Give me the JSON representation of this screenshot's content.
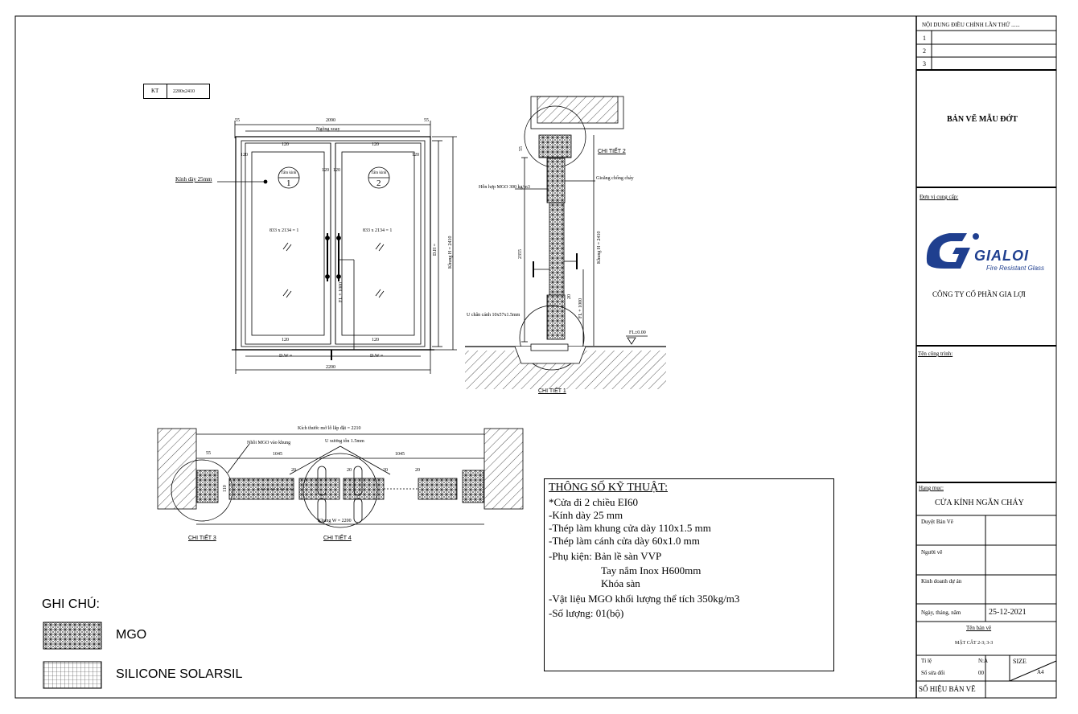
{
  "kt_box": {
    "label": "KT",
    "value": "2200x2410"
  },
  "elevation": {
    "dim_top_total": "2090",
    "dim_top_left": "55",
    "dim_top_right": "55",
    "ngong_xoay": "Ngõng xoay",
    "frame_120_a": "120",
    "frame_120_b": "120",
    "frame_120_c": "120",
    "frame_120_d": "120",
    "frame_120_e": "120",
    "frame_120_f": "120",
    "frame_120_g": "120",
    "frame_120_h": "120",
    "glass_note": "Kính dày 25mm",
    "panel1_tag": "Tấm kính",
    "panel1_num": "1",
    "panel2_tag": "Tấm kính",
    "panel2_num": "2",
    "panel1_size": "833 x 2134 = 1",
    "panel2_size": "833 x 2134 = 1",
    "fl_1000": "FL + 1000",
    "dh": "D.H =",
    "khung_h": "Khung H = 2410",
    "dw1": "D.W =",
    "dw2": "D.W =",
    "dim_bottom": "2200"
  },
  "section": {
    "dim_55": "55",
    "detail2": "CHI TIẾT 2",
    "gasket": "Gioăng chống cháy",
    "mgo_mix": "Hỗn hợp MGO 300 kg/m3",
    "dim_2355": "2355",
    "khung_h": "Khung H = 2410",
    "fl_1000": "FL + 1000",
    "dim_20": "20",
    "u_bottom": "U chân cánh 10x57x1.5mm",
    "fl0": "FL±0.00",
    "detail1": "CHI TIẾT 1"
  },
  "plan": {
    "opening": "Kích thước mở lỗ lắp đặt = 2210",
    "u_steel": "U xương tôn 1.5mm",
    "mgo_core": "Nhồi MGO vào khung",
    "dim_55": "55",
    "dim_1045a": "1045",
    "dim_1045b": "1045",
    "dim_20a": "20",
    "dim_20b": "20",
    "dim_20c": "20",
    "dim_20d": "20",
    "dim_110": "110",
    "khung_w": "Khung W = 2200",
    "detail3": "CHI TIẾT 3",
    "detail4": "CHI TIẾT 4"
  },
  "specs": {
    "heading": "THÔNG SỐ KỸ THUẬT:",
    "lines": [
      "*Cửa đi 2 chiều EI60",
      "-Kính dày 25 mm",
      "-Thép làm khung cửa dày  110x1.5 mm",
      "-Thép làm cánh cửa dày  60x1.0 mm",
      "-Phụ kiện:  Bản lề sàn VVP",
      "Tay nắm Inox H600mm",
      "Khóa sàn",
      "-Vật liệu MGO khối lượng thể tích 350kg/m3",
      "-Số lượng: 01(bộ)"
    ]
  },
  "legend": {
    "title": "GHI CHÚ:",
    "item1": "MGO",
    "item2": "SILICONE SOLARSIL"
  },
  "titleblock": {
    "revision_header": "NỘI DUNG ĐIỀU CHỈNH LẦN THỨ ......",
    "rev1": "1",
    "rev2": "2",
    "rev3": "3",
    "drawing_type": "BẢN VẼ MẪU ĐỚT",
    "supplier_label": "Đơn vị cung cấp:",
    "logo_text": "GIALOI",
    "logo_tagline": "Fire Resistant Glass",
    "company": "CÔNG TY CỔ PHẦN GIA LỢI",
    "project_label": "Tên công trình:",
    "item_label": "Hạng mục:",
    "item_value": "CỬA KÍNH NGĂN CHÁY",
    "approve_label": "Duyệt Bản Vẽ",
    "drawer_label": "Người vẽ",
    "sales_label": "Kinh doanh dự án",
    "date_label": "Ngày, tháng, năm",
    "date_value": "25-12-2021",
    "drawing_name_label": "Tên bản vẽ",
    "drawing_name": "MẶT CẮT 2-3; 3-3",
    "scale_label": "Tỉ lệ",
    "scale_value": "N:A",
    "size_label": "SIZE",
    "size_value": "A4",
    "rev_no_label": "Số sửa đổi",
    "rev_no_value": "00",
    "drawing_no_label": "SỐ HIỆU BẢN VẼ"
  },
  "colors": {
    "line": "#000000",
    "logo_blue": "#1f3f8f",
    "hatch": "#555555"
  }
}
